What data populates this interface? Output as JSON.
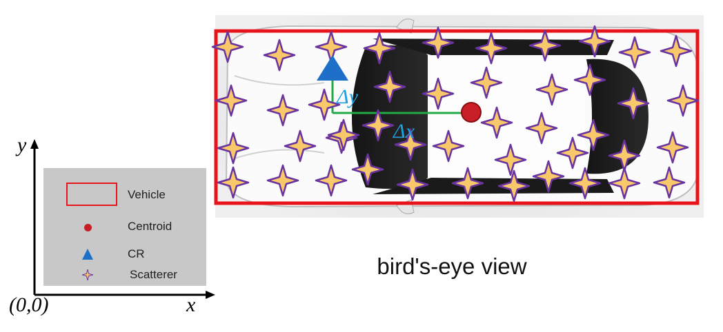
{
  "diagram": {
    "caption": "bird's-eye view",
    "dx_label": "Δx",
    "dy_label": "Δy"
  },
  "axes": {
    "x_label": "x",
    "y_label": "y",
    "origin_label": "(0,0)"
  },
  "legend": {
    "items": [
      {
        "label": "Vehicle",
        "symbol": "vehicle-box-icon"
      },
      {
        "label": "Centroid",
        "symbol": "centroid-dot-icon"
      },
      {
        "label": "CR",
        "symbol": "cr-triangle-icon"
      },
      {
        "label": "Scatterer",
        "symbol": "scatterer-star-icon"
      }
    ]
  },
  "colors": {
    "vehicle_box": "#e8141c",
    "centroid": "#c81e28",
    "cr": "#1e6fc8",
    "scatterer_fill": "#f7c96a",
    "scatterer_stroke": "#6a34a0",
    "offset_line": "#22aa44",
    "offset_text": "#1ea0dc",
    "legend_bg": "#c8c8c8"
  }
}
